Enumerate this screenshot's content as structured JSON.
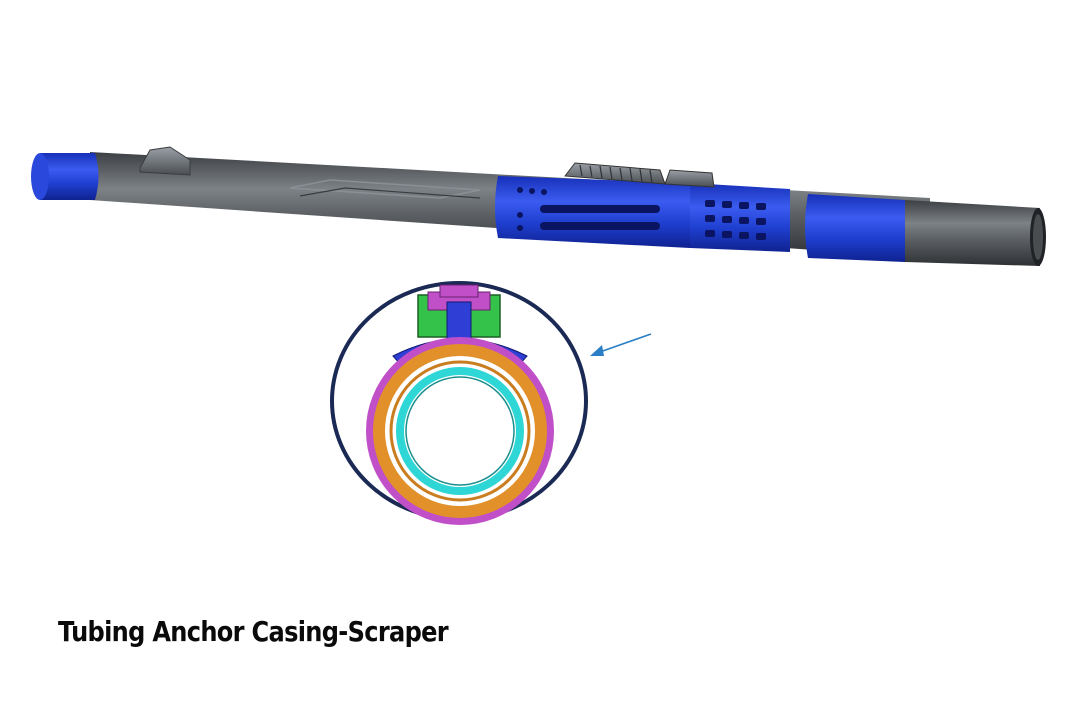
{
  "caption": "Tubing Anchor Casing-Scraper",
  "colors": {
    "tool_blue": "#1f3fd0",
    "tube_grey": "#5b5f63",
    "detail_outline": "#1b2a55",
    "arrow": "#2b7fc4",
    "cutaway_green": "#34c24a",
    "cutaway_magenta": "#c04fc8",
    "cutaway_orange": "#e2912a",
    "cutaway_cyan": "#2fd6d6"
  },
  "icons": [
    "tubing-anchor-render",
    "cross-section-detail",
    "pointer-arrow"
  ]
}
